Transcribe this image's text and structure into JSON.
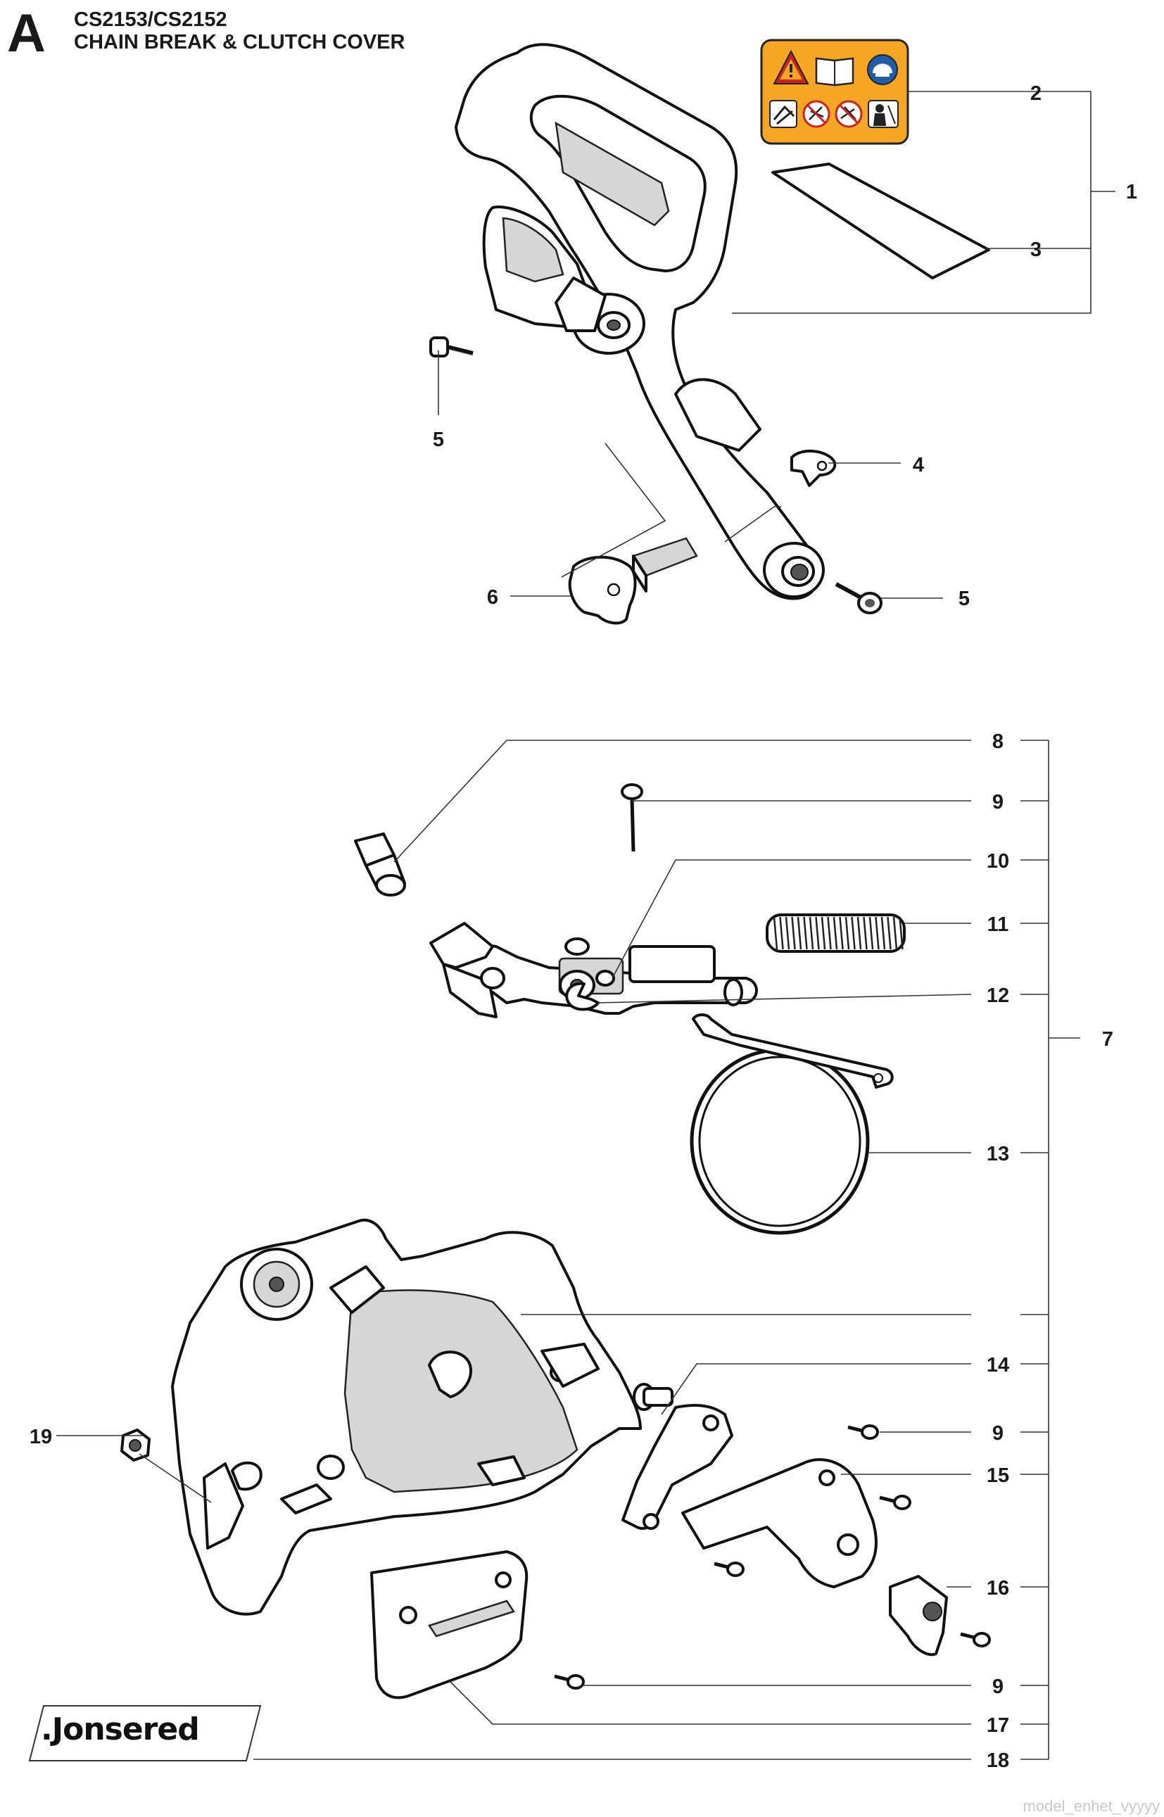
{
  "header": {
    "section_letter": "A",
    "model_line": "CS2153/CS2152",
    "title": "CHAIN BREAK & CLUTCH COVER"
  },
  "brand": {
    "logo_text": ".Jonsered"
  },
  "watermark": "model_enhet_vyyyy",
  "colors": {
    "warning_label": "#f5a623",
    "line": "#222222",
    "safety_blue": "#1f5fa8",
    "warning_red": "#cc2222"
  },
  "warning_label_icons": [
    "warning-triangle-icon",
    "manual-book-icon",
    "protective-helmet-icon",
    "two-hand-grip-icon",
    "no-one-hand-icon",
    "no-kickback-icon",
    "protective-gear-icon"
  ],
  "callouts": [
    {
      "id": "c1",
      "number": "1"
    },
    {
      "id": "c2",
      "number": "2"
    },
    {
      "id": "c3",
      "number": "3"
    },
    {
      "id": "c4",
      "number": "4"
    },
    {
      "id": "c5a",
      "number": "5"
    },
    {
      "id": "c5b",
      "number": "5"
    },
    {
      "id": "c6",
      "number": "6"
    },
    {
      "id": "c7",
      "number": "7"
    },
    {
      "id": "c8",
      "number": "8"
    },
    {
      "id": "c9a",
      "number": "9"
    },
    {
      "id": "c10",
      "number": "10"
    },
    {
      "id": "c11",
      "number": "11"
    },
    {
      "id": "c12",
      "number": "12"
    },
    {
      "id": "c13",
      "number": "13"
    },
    {
      "id": "c14",
      "number": "14"
    },
    {
      "id": "c9b",
      "number": "9"
    },
    {
      "id": "c15",
      "number": "15"
    },
    {
      "id": "c16",
      "number": "16"
    },
    {
      "id": "c19",
      "number": "19"
    },
    {
      "id": "c9c",
      "number": "9"
    },
    {
      "id": "c17",
      "number": "17"
    },
    {
      "id": "c18",
      "number": "18"
    }
  ]
}
